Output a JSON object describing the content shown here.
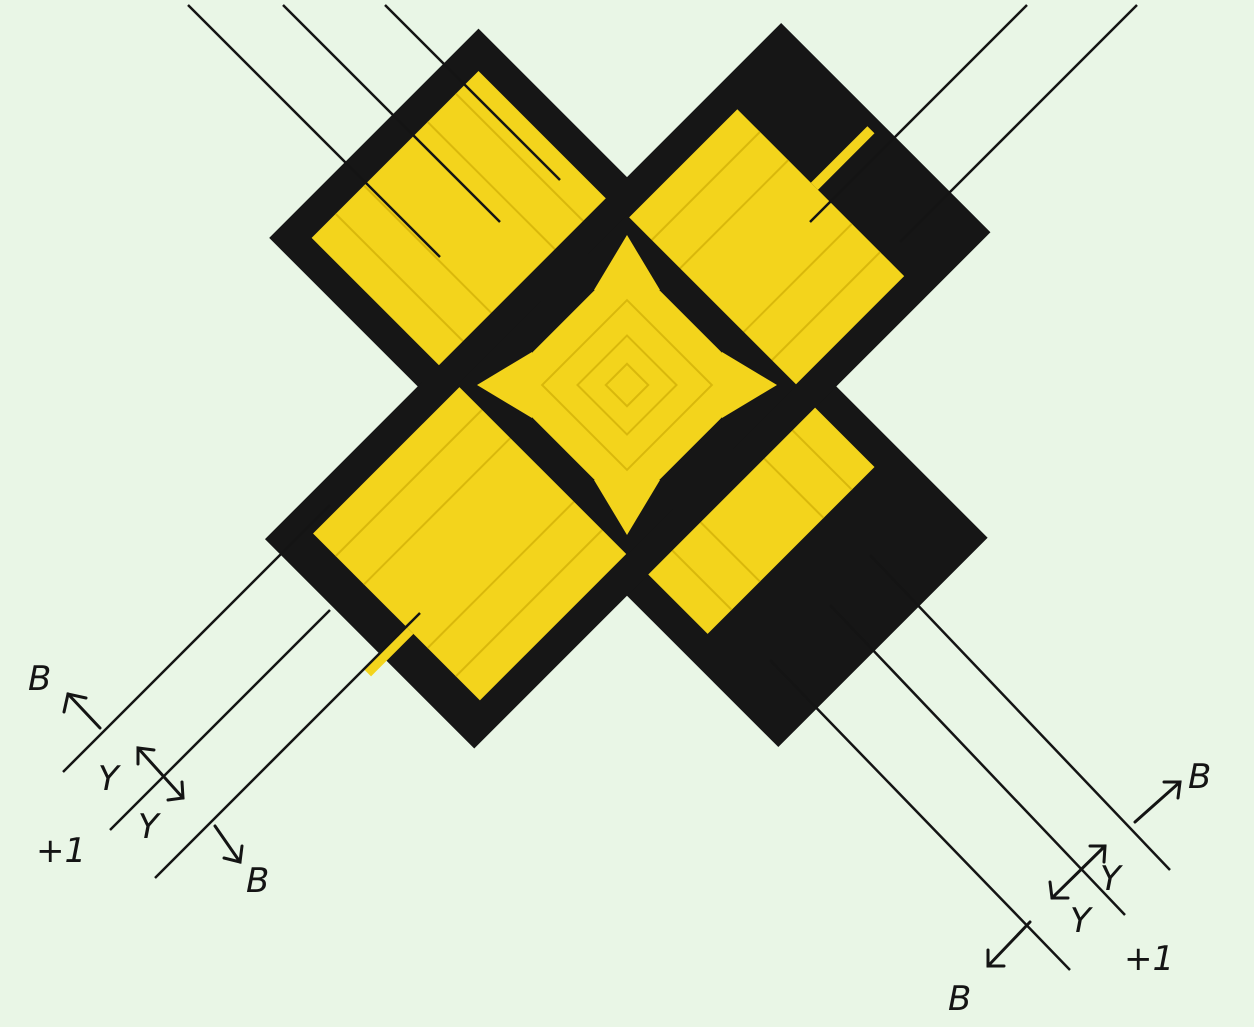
{
  "colors": {
    "paper": "#e9f6e6",
    "ink": "#141414",
    "black_tape": "#161616",
    "yellow": "#f3d41c",
    "yellow_shade": "#d9b80c"
  },
  "labels": {
    "b_upper_left": "B",
    "y_left_1": "Y",
    "y_left_2": "Y",
    "plus1_left": "+1",
    "b_lower_left": "B",
    "b_upper_right": "B",
    "y_right_1": "Y",
    "y_right_2": "Y",
    "plus1_right": "+1",
    "b_lower_right": "B"
  }
}
